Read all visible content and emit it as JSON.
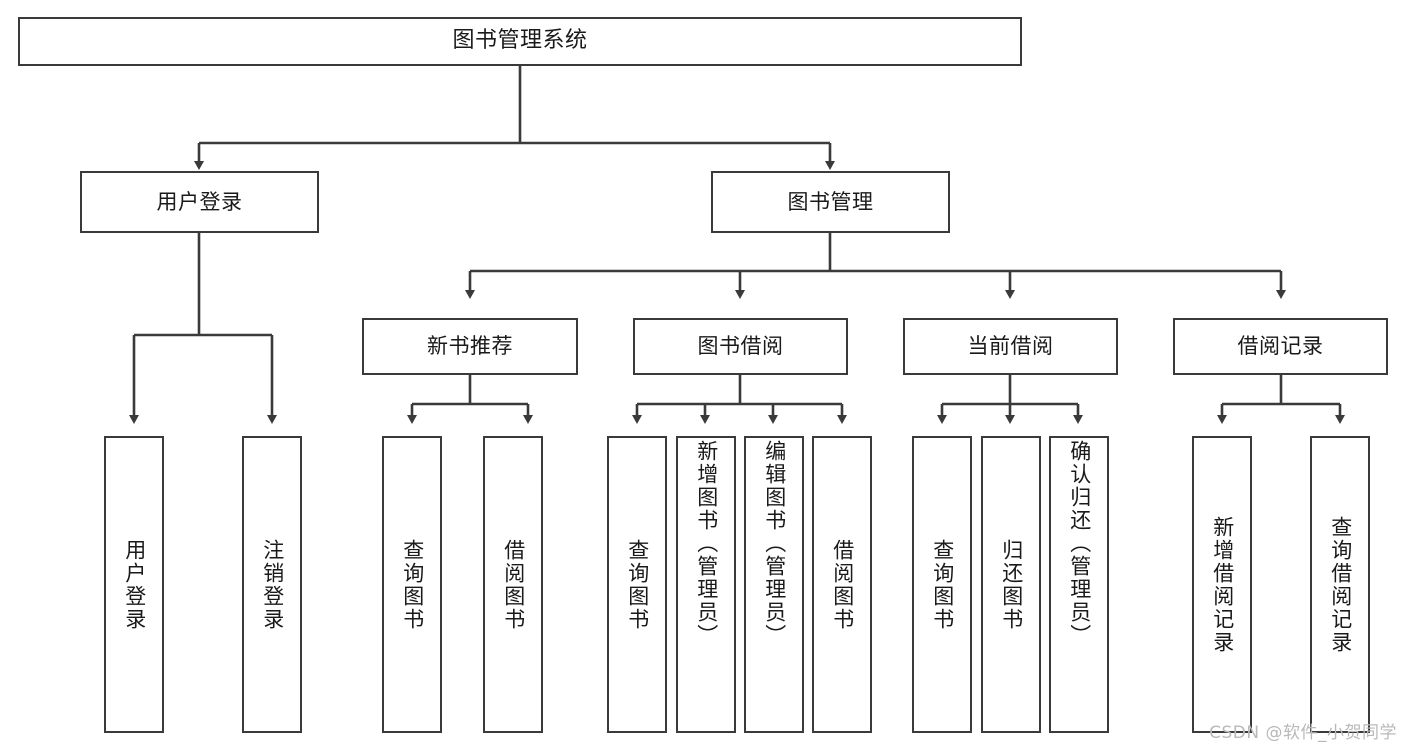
{
  "diagram": {
    "type": "tree-hierarchy",
    "title": "图书管理系统",
    "line_color": "#3a3a3a",
    "box_fill": "#ffffff",
    "text_color": "#1a1a1a",
    "watermark": "CSDN @软件_小贺同学",
    "nodes": {
      "root": {
        "label": "图书管理系统"
      },
      "level1": [
        {
          "id": "user-login",
          "label": "用户登录"
        },
        {
          "id": "book-manage",
          "label": "图书管理"
        }
      ],
      "level2": [
        {
          "id": "new-book-recommend",
          "label": "新书推荐",
          "parent": "book-manage"
        },
        {
          "id": "book-borrow",
          "label": "图书借阅",
          "parent": "book-manage"
        },
        {
          "id": "current-borrow",
          "label": "当前借阅",
          "parent": "book-manage"
        },
        {
          "id": "borrow-record",
          "label": "借阅记录",
          "parent": "book-manage"
        }
      ],
      "leaves": [
        {
          "id": "leaf-user-login",
          "label": "用户登录",
          "parent": "user-login"
        },
        {
          "id": "leaf-logout-login",
          "label": "注销登录",
          "parent": "user-login"
        },
        {
          "id": "leaf-query-book-1",
          "label": "查询图书",
          "parent": "new-book-recommend"
        },
        {
          "id": "leaf-borrow-book-1",
          "label": "借阅图书",
          "parent": "new-book-recommend"
        },
        {
          "id": "leaf-query-book-2",
          "label": "查询图书",
          "parent": "book-borrow"
        },
        {
          "id": "leaf-add-book",
          "label": "新增图书（管理员）",
          "parent": "book-borrow"
        },
        {
          "id": "leaf-edit-book",
          "label": "编辑图书（管理员）",
          "parent": "book-borrow"
        },
        {
          "id": "leaf-borrow-book-2",
          "label": "借阅图书",
          "parent": "book-borrow"
        },
        {
          "id": "leaf-query-book-3",
          "label": "查询图书",
          "parent": "current-borrow"
        },
        {
          "id": "leaf-return-book",
          "label": "归还图书",
          "parent": "current-borrow"
        },
        {
          "id": "leaf-confirm-return",
          "label": "确认归还（管理员）",
          "parent": "current-borrow"
        },
        {
          "id": "leaf-add-record",
          "label": "新增借阅记录",
          "parent": "borrow-record"
        },
        {
          "id": "leaf-query-record",
          "label": "查询借阅记录",
          "parent": "borrow-record"
        }
      ]
    }
  }
}
